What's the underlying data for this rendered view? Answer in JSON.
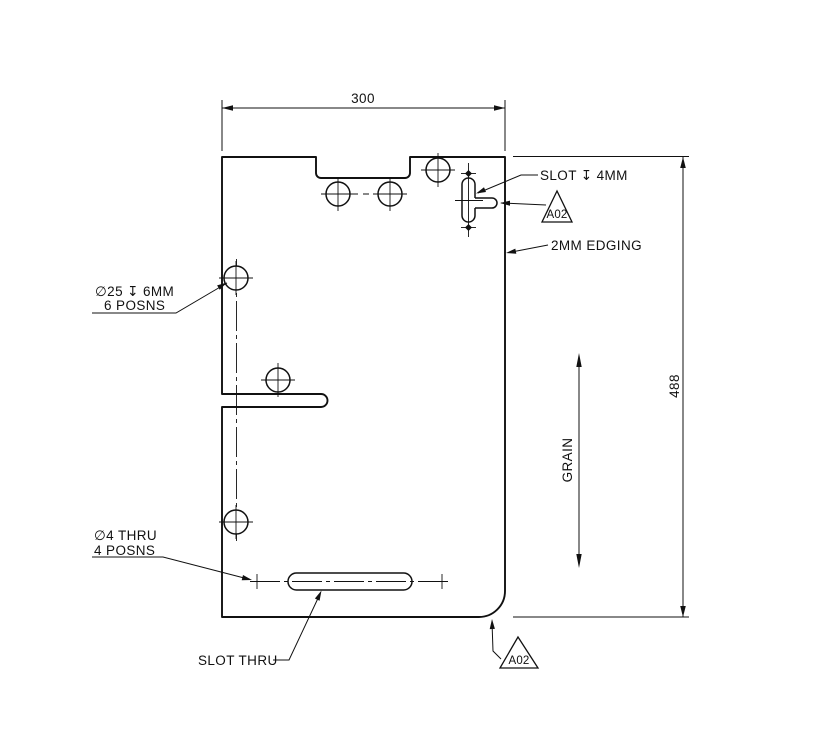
{
  "drawing": {
    "dim_width": "300",
    "dim_height": "488",
    "grain_label": "GRAIN",
    "slot_depth_label": "SLOT ↧ 4MM",
    "edge_note_top": "A02",
    "edge_note_bottom": "A02",
    "edging_label": "2MM EDGING",
    "large_holes": {
      "line1": "∅25 ↧ 6MM",
      "line2": "6 POSNS"
    },
    "small_holes": {
      "line1": "∅4 THRU",
      "line2": "4 POSNS"
    },
    "slot_thru_label": "SLOT THRU",
    "colors": {
      "line": "#111111",
      "background": "#ffffff"
    }
  }
}
